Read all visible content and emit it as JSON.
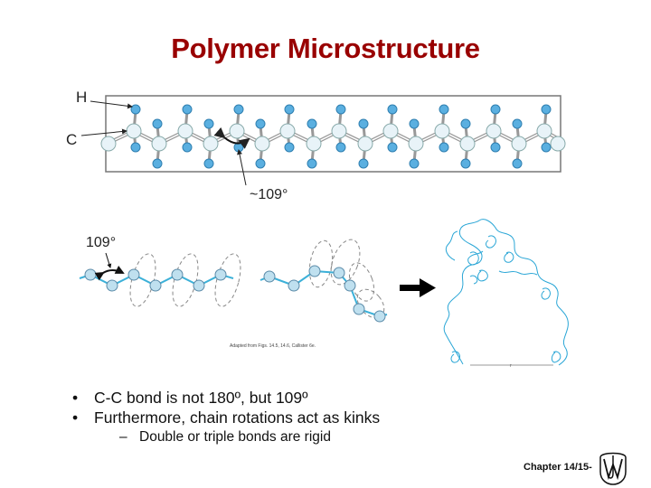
{
  "slide": {
    "title": "Polymer Microstructure",
    "footer": "Chapter 14/15-",
    "accent_color": "#990000"
  },
  "top_diagram": {
    "label_h": "H",
    "label_c": "C",
    "angle_label": "~109°",
    "hydrogen_color": "#5aafe0",
    "carbon_color": "#e8f3f8"
  },
  "bottom_diagrams": {
    "zigzag_angle_label": "109°",
    "credit": "Adapted from Figs. 14.5, 14.6, Callister 6e.",
    "end_to_end_label": "r",
    "chain_color": "#3bb0d8",
    "coil_color": "#2aa6d6"
  },
  "bullets": [
    {
      "text": "C-C bond is not 180º, but 109º"
    },
    {
      "text": "Furthermore, chain rotations act as kinks"
    }
  ],
  "sub_bullets": [
    {
      "text": "Double or triple bonds are rigid"
    }
  ],
  "logo": {
    "icon": "wiley-logo-icon"
  }
}
